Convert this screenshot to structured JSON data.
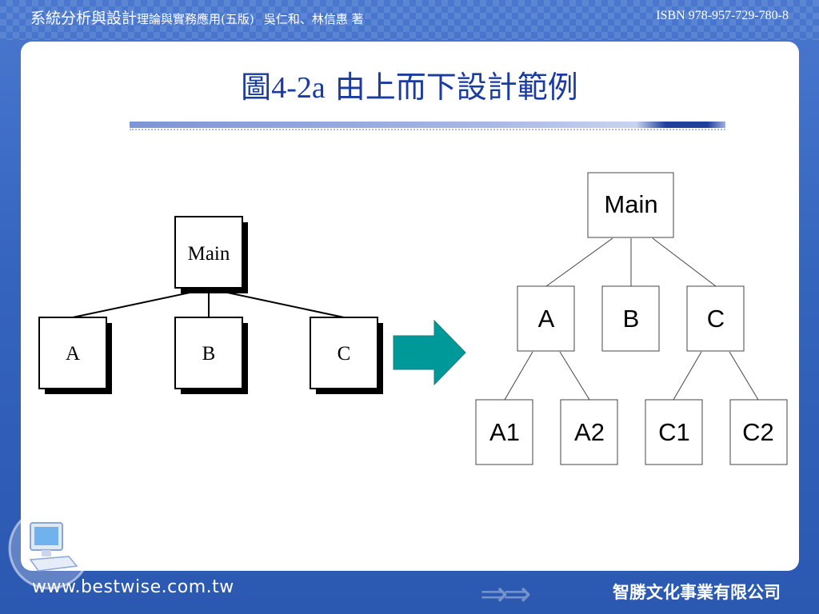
{
  "header": {
    "book_title": "系統分析與設計",
    "book_subtitle": "理論與實務應用(五版)",
    "authors": "吳仁和、林信惠 著",
    "isbn": "ISBN 978-957-729-780-8"
  },
  "slide": {
    "title_prefix": "圖",
    "title_number": "4-2a",
    "title_text": " 由上而下設計範例"
  },
  "left_tree": {
    "root": "Main",
    "children": [
      "A",
      "B",
      "C"
    ]
  },
  "right_tree": {
    "root": "Main",
    "level1": [
      "A",
      "B",
      "C"
    ],
    "level2": [
      "A1",
      "A2",
      "C1",
      "C2"
    ]
  },
  "colors": {
    "arrow_fill": "#00999a",
    "title": "#1a3ba0"
  },
  "footer": {
    "url": "www.bestwise.com.tw",
    "company": "智勝文化事業有限公司"
  },
  "icons": [
    "computer-icon",
    "forward-arrows-icon"
  ]
}
